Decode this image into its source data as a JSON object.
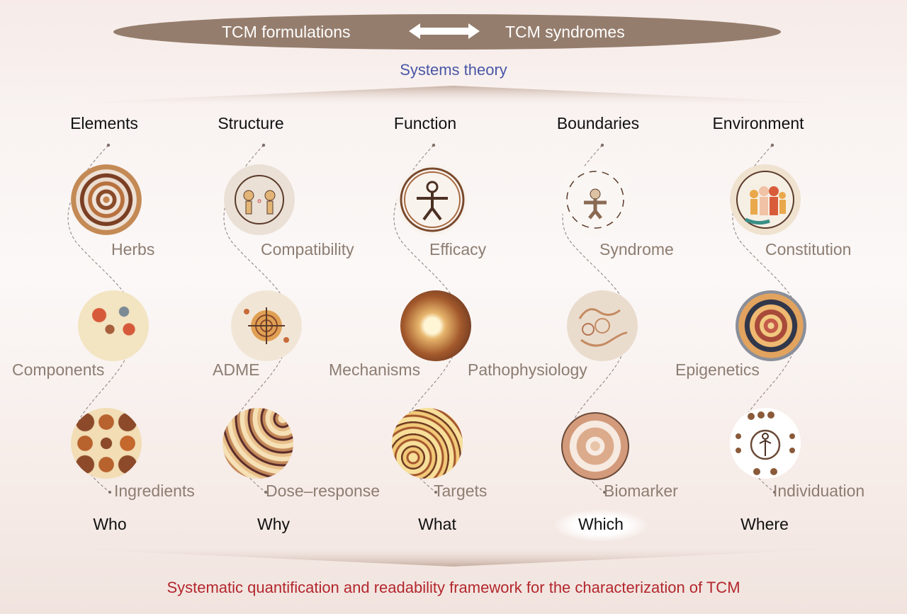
{
  "header": {
    "left": "TCM formulations",
    "right": "TCM syndromes",
    "arrow_icon": "double-arrow-icon",
    "subtitle": "Systems theory"
  },
  "columns": [
    {
      "head": "Elements",
      "items": [
        "Herbs",
        "Components",
        "Ingredients"
      ],
      "question": "Who"
    },
    {
      "head": "Structure",
      "items": [
        "Compatibility",
        "ADME",
        "Dose–response"
      ],
      "question": "Why"
    },
    {
      "head": "Function",
      "items": [
        "Efficacy",
        "Mechanisms",
        "Targets"
      ],
      "question": "What"
    },
    {
      "head": "Boundaries",
      "items": [
        "Syndrome",
        "Pathophysiology",
        "Biomarker"
      ],
      "question": "Which"
    },
    {
      "head": "Environment",
      "items": [
        "Constitution",
        "Epigenetics",
        "Individuation"
      ],
      "question": "Where"
    }
  ],
  "footer": "Systematic quantification and readability framework for the characterization of TCM",
  "colors": {
    "banner": "#957d6d",
    "subtitle": "#4a56a6",
    "footer": "#b3272d",
    "item_label": "#8d7d72"
  }
}
